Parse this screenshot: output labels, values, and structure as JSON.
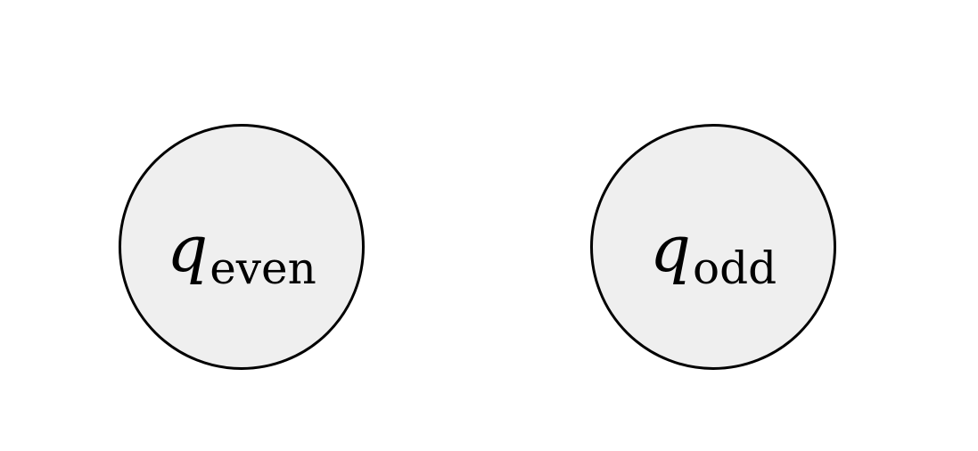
{
  "diagram": {
    "states": [
      {
        "symbol": "q",
        "subscript": "even"
      },
      {
        "symbol": "q",
        "subscript": "odd"
      }
    ]
  }
}
